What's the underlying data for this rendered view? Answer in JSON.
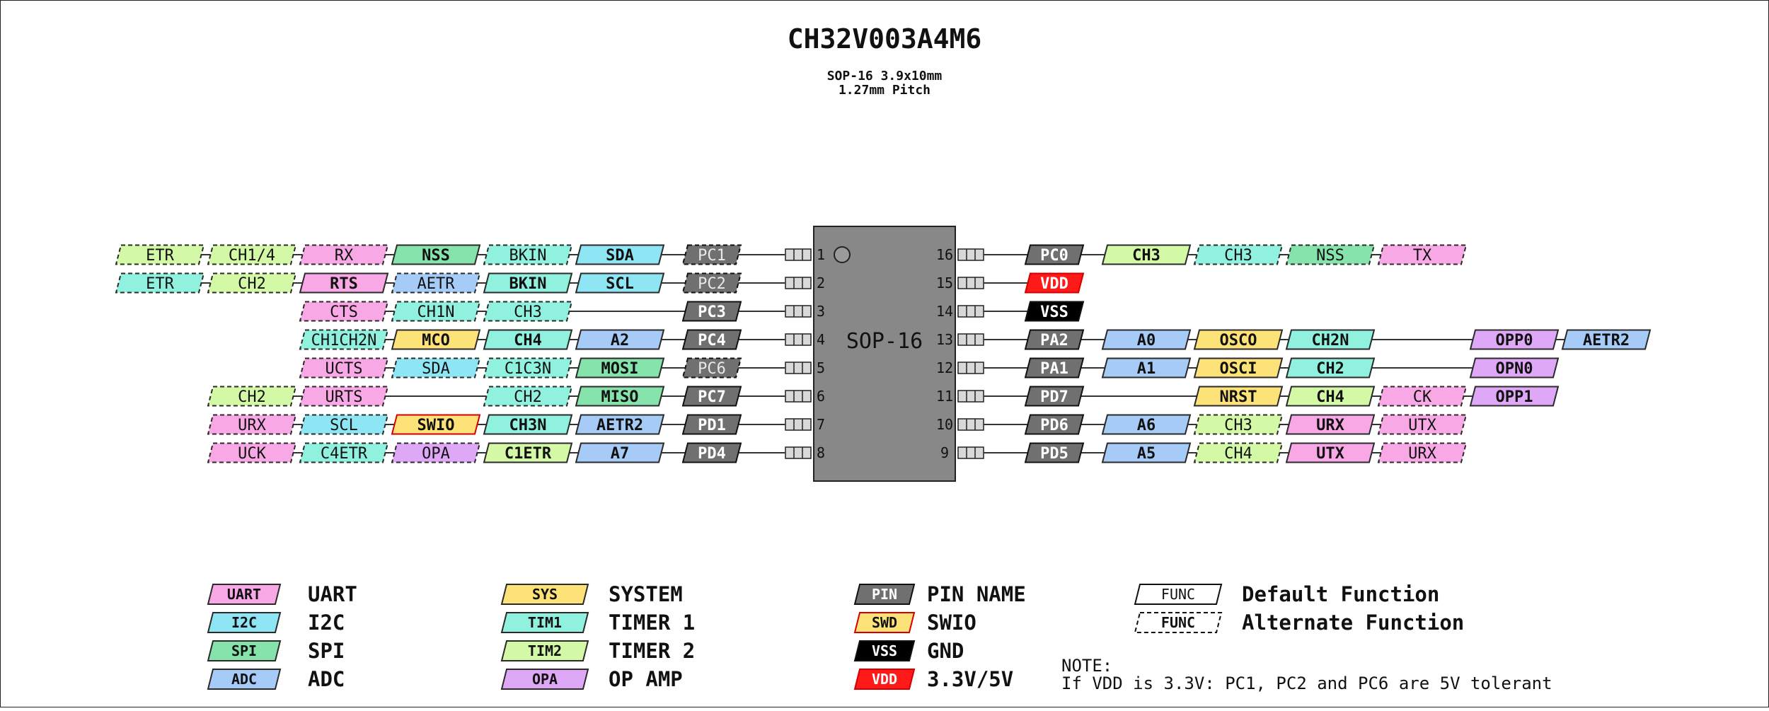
{
  "title": "CH32V003A4M6",
  "subtitle_lines": [
    "SOP-16 3.9x10mm",
    "1.27mm Pitch"
  ],
  "chip_label": "SOP-16",
  "colors": {
    "UART": "#f9a8e6",
    "I2C": "#8ee6f5",
    "SPI": "#86e3ab",
    "ADC": "#a6cbf7",
    "SYS": "#fde27a",
    "TIM1": "#90f1de",
    "TIM2": "#d3f9a6",
    "OPA": "#dea8f7",
    "PIN": "#707070",
    "SWD": "#fde27a",
    "VSS": "#000000",
    "VDD": "#ff1a1a",
    "chip": "#888888"
  },
  "left_pins": [
    {
      "num": "1",
      "row": [
        {
          "text": "ETR",
          "type": "TIM2",
          "alt": true
        },
        {
          "text": "CH1/4",
          "type": "TIM2",
          "alt": true
        },
        {
          "text": "RX",
          "type": "UART",
          "alt": true
        },
        {
          "text": "NSS",
          "type": "SPI",
          "alt": false
        },
        {
          "text": "BKIN",
          "type": "TIM1",
          "alt": true
        },
        {
          "text": "SDA",
          "type": "I2C",
          "alt": false
        },
        {
          "text": "PC1",
          "type": "PIN",
          "alt": true
        }
      ]
    },
    {
      "num": "2",
      "row": [
        {
          "text": "ETR",
          "type": "TIM1",
          "alt": true
        },
        {
          "text": "CH2",
          "type": "TIM2",
          "alt": true
        },
        {
          "text": "RTS",
          "type": "UART",
          "alt": false
        },
        {
          "text": "AETR",
          "type": "ADC",
          "alt": true
        },
        {
          "text": "BKIN",
          "type": "TIM1",
          "alt": false
        },
        {
          "text": "SCL",
          "type": "I2C",
          "alt": false
        },
        {
          "text": "PC2",
          "type": "PIN",
          "alt": true
        }
      ]
    },
    {
      "num": "3",
      "row": [
        null,
        null,
        {
          "text": "CTS",
          "type": "UART",
          "alt": true
        },
        {
          "text": "CH1N",
          "type": "TIM1",
          "alt": true
        },
        {
          "text": "CH3",
          "type": "TIM1",
          "alt": true
        },
        null,
        {
          "text": "PC3",
          "type": "PIN",
          "alt": false
        }
      ]
    },
    {
      "num": "4",
      "row": [
        null,
        null,
        null,
        {
          "text": "CH1CH2N",
          "type": "TIM1",
          "alt": true
        },
        {
          "text": "MCO",
          "type": "SYS",
          "alt": false
        },
        {
          "text": "CH4",
          "type": "TIM1",
          "alt": false
        },
        {
          "text": "A2",
          "type": "ADC",
          "alt": false
        },
        {
          "text": "PC4",
          "type": "PIN",
          "alt": false
        }
      ]
    },
    {
      "num": "5",
      "row": [
        null,
        null,
        {
          "text": "UCTS",
          "type": "UART",
          "alt": true
        },
        {
          "text": "SDA",
          "type": "I2C",
          "alt": true
        },
        {
          "text": "C1C3N",
          "type": "TIM1",
          "alt": true
        },
        {
          "text": "MOSI",
          "type": "SPI",
          "alt": false
        },
        {
          "text": "PC6",
          "type": "PIN",
          "alt": true
        }
      ]
    },
    {
      "num": "6",
      "row": [
        {
          "text": "CH2",
          "type": "TIM2",
          "alt": true
        },
        {
          "text": "URTS",
          "type": "UART",
          "alt": true
        },
        null,
        {
          "text": "CH2",
          "type": "TIM1",
          "alt": true
        },
        {
          "text": "MISO",
          "type": "SPI",
          "alt": false
        },
        {
          "text": "PC7",
          "type": "PIN",
          "alt": false
        }
      ]
    },
    {
      "num": "7",
      "row": [
        null,
        {
          "text": "URX",
          "type": "UART",
          "alt": true
        },
        {
          "text": "SCL",
          "type": "I2C",
          "alt": true
        },
        {
          "text": "SWIO",
          "type": "SWD",
          "alt": false
        },
        {
          "text": "CH3N",
          "type": "TIM1",
          "alt": false
        },
        {
          "text": "AETR2",
          "type": "ADC",
          "alt": false
        },
        {
          "text": "PD1",
          "type": "PIN",
          "alt": false
        }
      ]
    },
    {
      "num": "8",
      "row": [
        null,
        {
          "text": "UCK",
          "type": "UART",
          "alt": true
        },
        {
          "text": "C4ETR",
          "type": "TIM1",
          "alt": true
        },
        {
          "text": "OPA",
          "type": "OPA",
          "alt": true
        },
        {
          "text": "C1ETR",
          "type": "TIM2",
          "alt": false
        },
        {
          "text": "A7",
          "type": "ADC",
          "alt": false
        },
        {
          "text": "PD4",
          "type": "PIN",
          "alt": false
        }
      ]
    }
  ],
  "right_pins": [
    {
      "num": "16",
      "row": [
        {
          "text": "PC0",
          "type": "PIN",
          "alt": false
        },
        {
          "text": "CH3",
          "type": "TIM2",
          "alt": false
        },
        {
          "text": "CH3",
          "type": "TIM1",
          "alt": true
        },
        {
          "text": "NSS",
          "type": "SPI",
          "alt": true
        },
        {
          "text": "TX",
          "type": "UART",
          "alt": true
        }
      ]
    },
    {
      "num": "15",
      "row": [
        {
          "text": "VDD",
          "type": "VDD",
          "alt": false
        }
      ]
    },
    {
      "num": "14",
      "row": [
        {
          "text": "VSS",
          "type": "VSS",
          "alt": false
        }
      ]
    },
    {
      "num": "13",
      "row": [
        {
          "text": "PA2",
          "type": "PIN",
          "alt": false
        },
        {
          "text": "A0",
          "type": "ADC",
          "alt": false
        },
        {
          "text": "OSCO",
          "type": "SYS",
          "alt": false
        },
        {
          "text": "CH2N",
          "type": "TIM1",
          "alt": false
        },
        null,
        {
          "text": "OPP0",
          "type": "OPA",
          "alt": false
        },
        {
          "text": "AETR2",
          "type": "ADC",
          "alt": false
        }
      ]
    },
    {
      "num": "12",
      "row": [
        {
          "text": "PA1",
          "type": "PIN",
          "alt": false
        },
        {
          "text": "A1",
          "type": "ADC",
          "alt": false
        },
        {
          "text": "OSCI",
          "type": "SYS",
          "alt": false
        },
        {
          "text": "CH2",
          "type": "TIM1",
          "alt": false
        },
        null,
        {
          "text": "OPN0",
          "type": "OPA",
          "alt": false
        }
      ]
    },
    {
      "num": "11",
      "row": [
        {
          "text": "PD7",
          "type": "PIN",
          "alt": false
        },
        null,
        {
          "text": "NRST",
          "type": "SYS",
          "alt": false
        },
        {
          "text": "CH4",
          "type": "TIM2",
          "alt": false
        },
        {
          "text": "CK",
          "type": "UART",
          "alt": true
        },
        {
          "text": "OPP1",
          "type": "OPA",
          "alt": false
        }
      ]
    },
    {
      "num": "10",
      "row": [
        {
          "text": "PD6",
          "type": "PIN",
          "alt": false
        },
        {
          "text": "A6",
          "type": "ADC",
          "alt": false
        },
        {
          "text": "CH3",
          "type": "TIM2",
          "alt": true
        },
        {
          "text": "URX",
          "type": "UART",
          "alt": false
        },
        {
          "text": "UTX",
          "type": "UART",
          "alt": true
        }
      ]
    },
    {
      "num": "9",
      "row": [
        {
          "text": "PD5",
          "type": "PIN",
          "alt": false
        },
        {
          "text": "A5",
          "type": "ADC",
          "alt": false
        },
        {
          "text": "CH4",
          "type": "TIM2",
          "alt": true
        },
        {
          "text": "UTX",
          "type": "UART",
          "alt": false
        },
        {
          "text": "URX",
          "type": "UART",
          "alt": true
        }
      ]
    }
  ],
  "legend": [
    [
      {
        "tag": "UART",
        "type": "UART",
        "label": "UART"
      },
      {
        "tag": "I2C",
        "type": "I2C",
        "label": "I2C"
      },
      {
        "tag": "SPI",
        "type": "SPI",
        "label": "SPI"
      },
      {
        "tag": "ADC",
        "type": "ADC",
        "label": "ADC"
      }
    ],
    [
      {
        "tag": "SYS",
        "type": "SYS",
        "label": "SYSTEM"
      },
      {
        "tag": "TIM1",
        "type": "TIM1",
        "label": "TIMER 1"
      },
      {
        "tag": "TIM2",
        "type": "TIM2",
        "label": "TIMER 2"
      },
      {
        "tag": "OPA",
        "type": "OPA",
        "label": "OP AMP"
      }
    ],
    [
      {
        "tag": "PIN",
        "type": "PIN",
        "label": "PIN NAME"
      },
      {
        "tag": "SWD",
        "type": "SWD",
        "label": "SWIO"
      },
      {
        "tag": "VSS",
        "type": "VSS",
        "label": "GND"
      },
      {
        "tag": "VDD",
        "type": "VDD",
        "label": "3.3V/5V"
      }
    ],
    [
      {
        "tag": "FUNC",
        "type": "FUNC",
        "label": "Default Function"
      },
      {
        "tag": "FUNC",
        "type": "FUNC_ALT",
        "label": "Alternate Function"
      }
    ]
  ],
  "note_lines": [
    "NOTE:",
    "If VDD is 3.3V: PC1, PC2 and PC6 are 5V tolerant"
  ]
}
